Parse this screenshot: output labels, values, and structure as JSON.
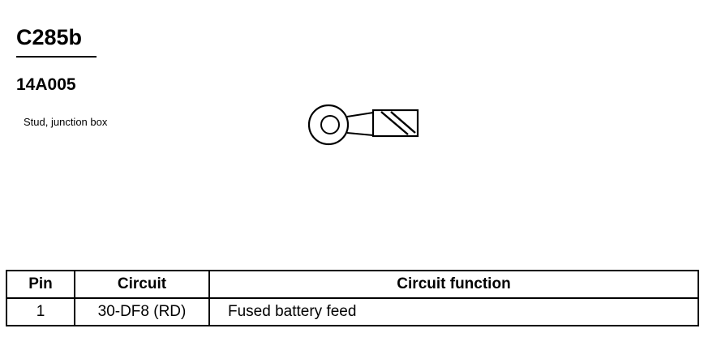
{
  "connector": {
    "id": "C285b",
    "part_number": "14A005",
    "description": "Stud, junction box"
  },
  "table": {
    "headers": {
      "pin": "Pin",
      "circuit": "Circuit",
      "function": "Circuit function"
    },
    "rows": [
      {
        "pin": "1",
        "circuit": "30-DF8 (RD)",
        "function": "Fused battery feed"
      }
    ]
  }
}
